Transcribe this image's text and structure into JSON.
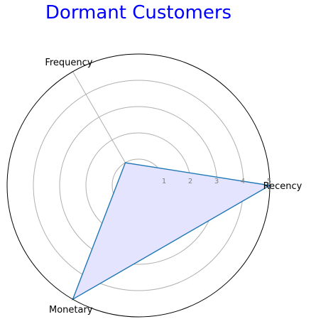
{
  "chart_data": {
    "type": "radar",
    "title": "Dormant Customers",
    "axes": [
      "Recency",
      "Frequency",
      "Monetary"
    ],
    "series": [
      {
        "values": [
          5,
          1,
          5
        ]
      }
    ],
    "rlim": [
      0,
      5
    ],
    "r_ticks": [
      1,
      2,
      3,
      4,
      5
    ],
    "r_tick_labels": [
      "1",
      "2",
      "3",
      "4",
      "5"
    ],
    "grid": true,
    "colors": {
      "title": "#0000ff",
      "fill": "#e4e4ff",
      "line": "#1f77b4",
      "grid": "#b0b0b0",
      "outline": "#000000",
      "tick_label": "#808080"
    }
  }
}
